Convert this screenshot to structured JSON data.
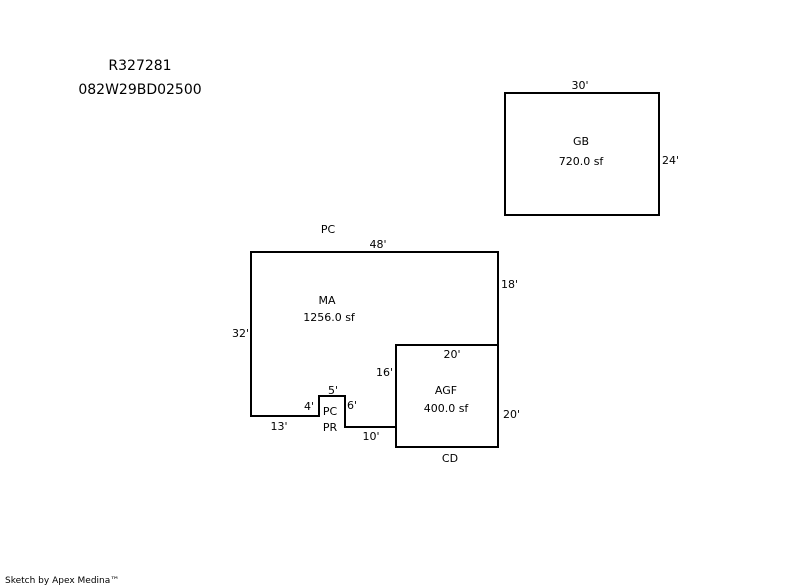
{
  "header": {
    "parcel_id": "R327281",
    "map_number": "082W29BD02500"
  },
  "areas": {
    "gb": {
      "code": "GB",
      "area": "720.0 sf",
      "top": "30'",
      "right": "24'"
    },
    "ma": {
      "code": "MA",
      "area": "1256.0 sf",
      "top_label": "PC",
      "top": "48'",
      "right": "18'",
      "left": "32'",
      "bottom": "13'",
      "step_left": "4'",
      "step_top": "5'",
      "step_right": "6'",
      "bottom_right": "10'",
      "inner_left": "16'"
    },
    "pr": {
      "code_1": "PC",
      "code_2": "PR"
    },
    "agf": {
      "code": "AGF",
      "area": "400.0 sf",
      "top": "20'",
      "right": "20'",
      "bottom_label": "CD"
    }
  },
  "footer": {
    "credit": "Sketch by Apex Medina™"
  }
}
